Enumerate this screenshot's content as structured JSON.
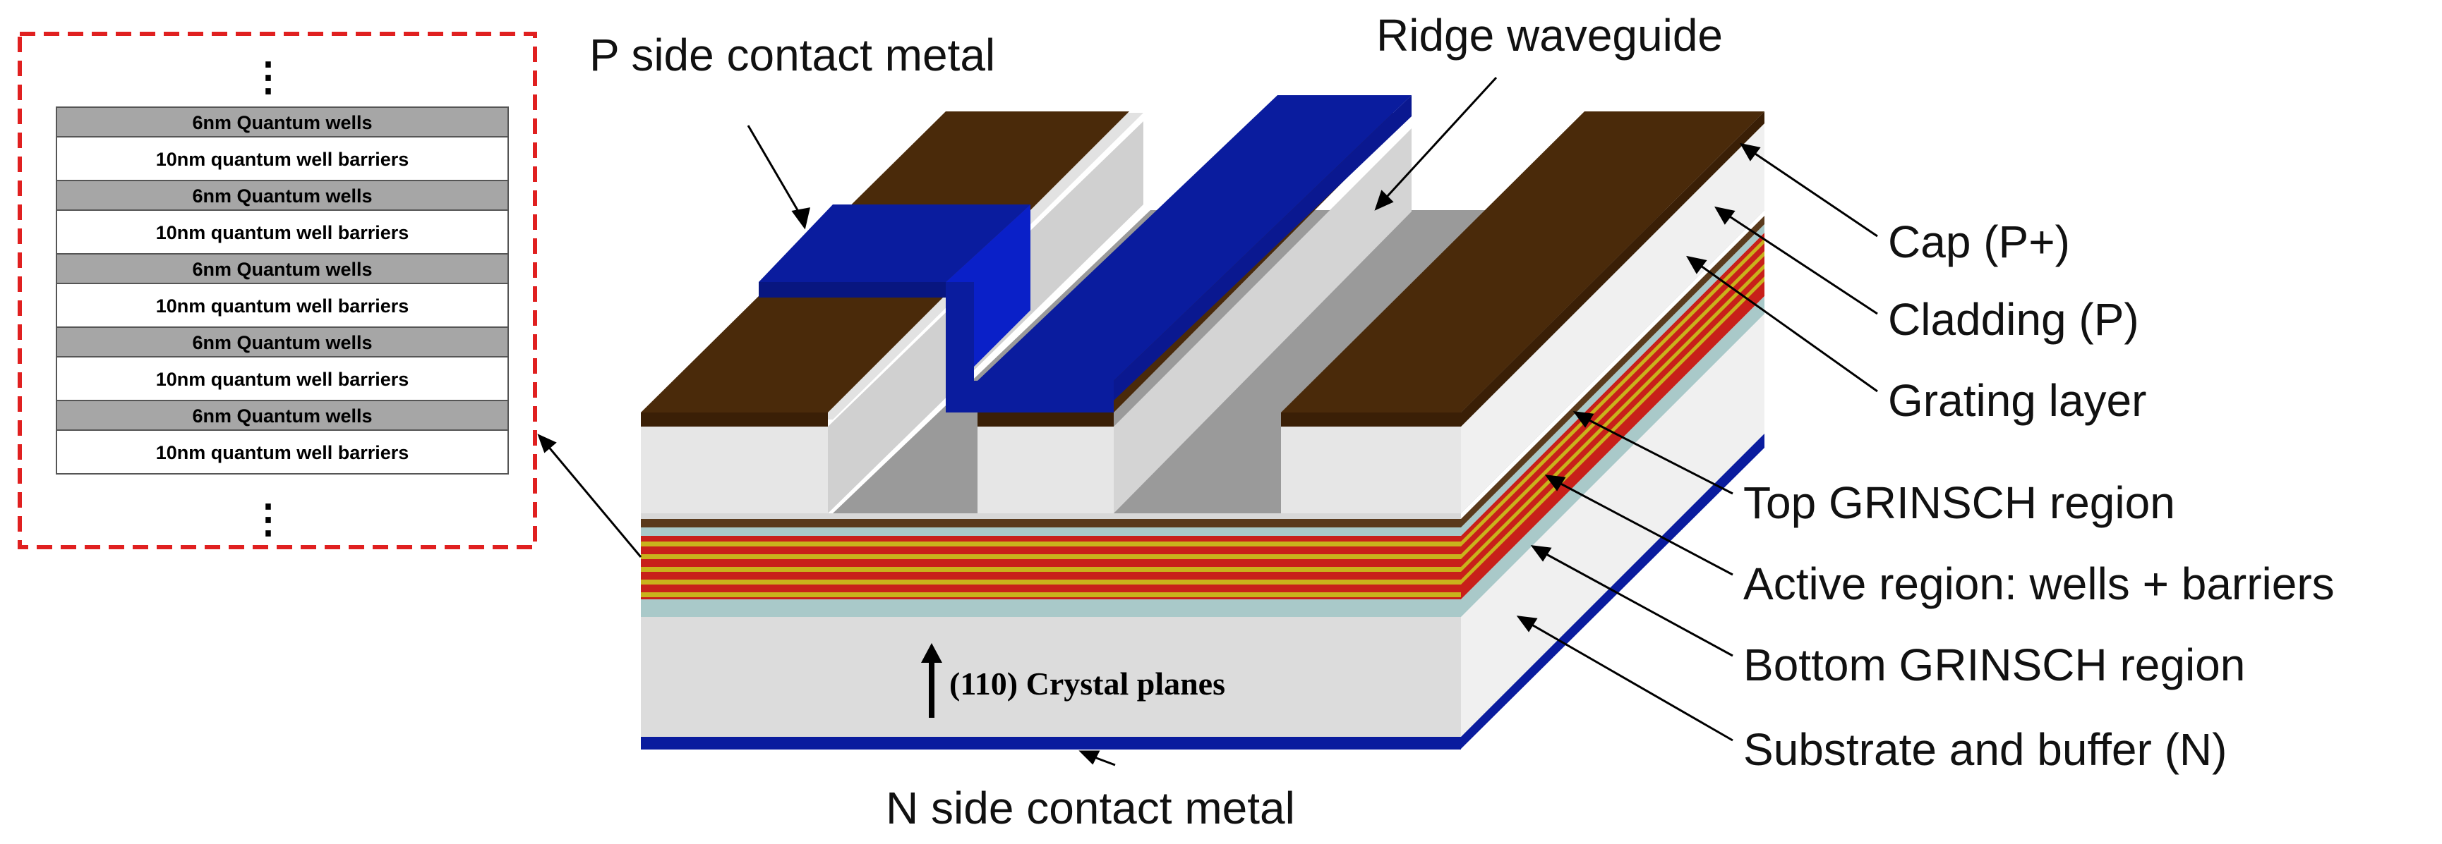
{
  "labels": {
    "p_contact": "P side contact metal",
    "ridge": "Ridge waveguide",
    "cap": "Cap (P+)",
    "cladding": "Cladding (P)",
    "grating": "Grating layer",
    "top_grinsch": "Top GRINSCH region",
    "active": "Active region: wells + barriers",
    "bottom_grinsch": "Bottom GRINSCH region",
    "substrate": "Substrate and buffer (N)",
    "n_contact": "N side contact metal",
    "crystal": "(110) Crystal planes"
  },
  "stack": {
    "ellipsis_top": "⋮",
    "ellipsis_bottom": "⋮",
    "rows": [
      {
        "type": "well",
        "text": "6nm  Quantum wells"
      },
      {
        "type": "barrier",
        "text": "10nm quantum well barriers"
      },
      {
        "type": "well",
        "text": "6nm Quantum wells"
      },
      {
        "type": "barrier",
        "text": "10nm quantum well barriers"
      },
      {
        "type": "well",
        "text": "6nm Quantum wells"
      },
      {
        "type": "barrier",
        "text": "10nm  quantum well barriers"
      },
      {
        "type": "well",
        "text": "6nm Quantum wells"
      },
      {
        "type": "barrier",
        "text": "10nm  quantum well barriers"
      },
      {
        "type": "well",
        "text": "6nm Quantum wells"
      },
      {
        "type": "barrier",
        "text": "10nm  quantum well barriers"
      }
    ]
  },
  "colors": {
    "metal_blue": "#0a1c9e",
    "cap_brown": "#4a2a0a",
    "cladding_grey": "#e6e6e6",
    "substrate_grey": "#dcdcdc",
    "active_red": "#c8201a",
    "active_yellow": "#c9b21c",
    "grinsch_teal": "#a9c9c9",
    "well_grey": "#a6a6a6",
    "dashed_red": "#e02020"
  }
}
